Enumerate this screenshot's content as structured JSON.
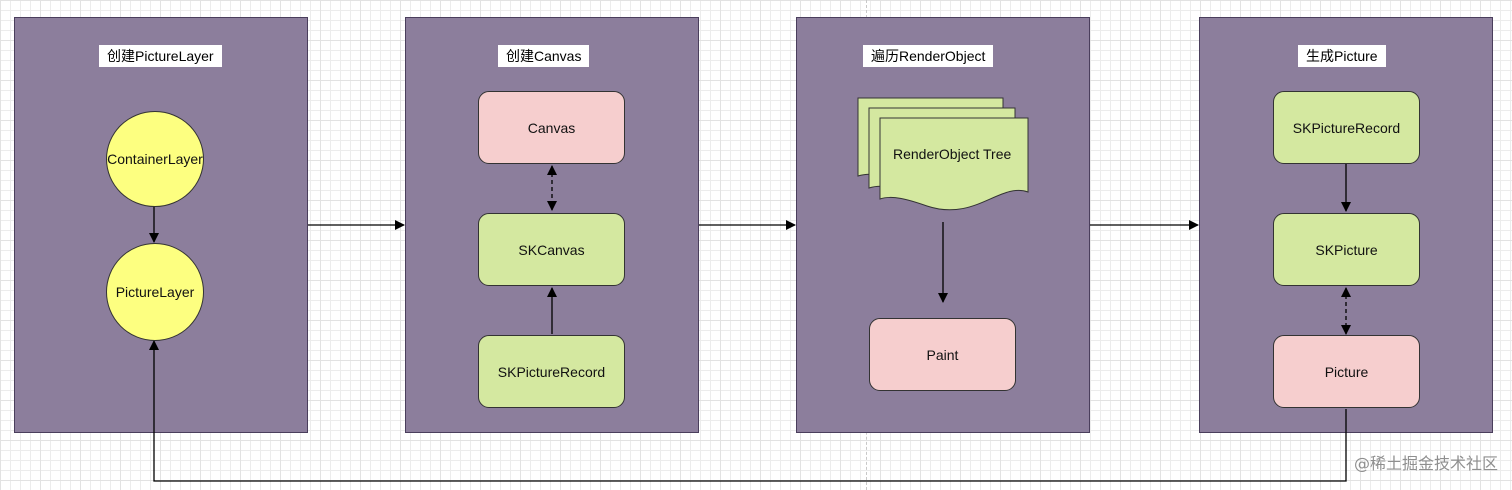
{
  "panels": [
    {
      "title": "创建PictureLayer"
    },
    {
      "title": "创建Canvas"
    },
    {
      "title": "遍历RenderObject"
    },
    {
      "title": "生成Picture"
    }
  ],
  "nodes": {
    "container_layer": "ContainerLayer",
    "picture_layer": "PictureLayer",
    "canvas": "Canvas",
    "skcanvas": "SKCanvas",
    "skpicture_record_1": "SKPictureRecord",
    "render_object_tree": "RenderObject Tree",
    "paint": "Paint",
    "skpicture_record_2": "SKPictureRecord",
    "skpicture": "SKPicture",
    "picture": "Picture"
  },
  "watermark": "@稀土掘金技术社区",
  "colors": {
    "panel_fill": "#8c7e9c",
    "pink_node": "#f6cece",
    "green_node": "#d4e8a0",
    "yellow_node": "#fdff80"
  }
}
